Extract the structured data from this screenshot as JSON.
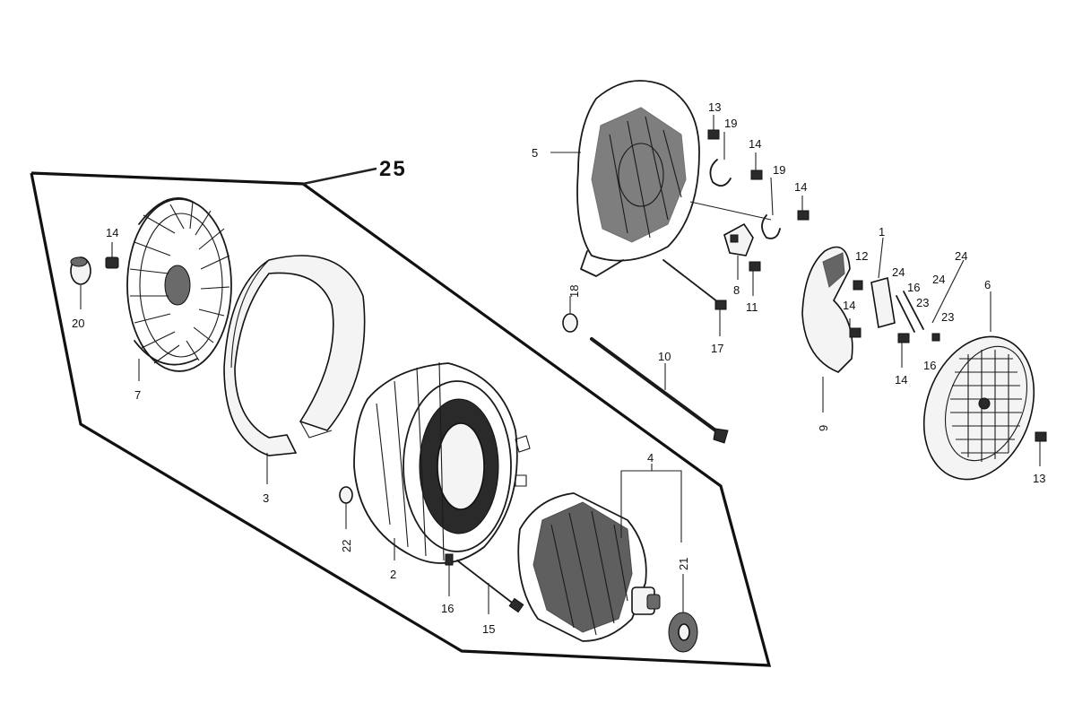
{
  "callouts": {
    "c25": "25",
    "c20": "20",
    "c14_fan": "14",
    "c7": "7",
    "c3": "3",
    "c22": "22",
    "c2": "2",
    "c16_stator": "16",
    "c15": "15",
    "c4": "4",
    "c21": "21",
    "c5": "5",
    "c13_top": "13",
    "c19_a": "19",
    "c14_a": "14",
    "c19_b": "19",
    "c14_b": "14",
    "c18": "18",
    "c8": "8",
    "c11": "11",
    "c17": "17",
    "c10": "10",
    "c12": "12",
    "c1": "1",
    "c24_a": "24",
    "c16_b": "16",
    "c23_a": "23",
    "c24_b": "24",
    "c24_c": "24",
    "c14_c": "14",
    "c23_b": "23",
    "c16_c": "16",
    "c14_d": "14",
    "c9": "9",
    "c6": "6",
    "c13_bottom": "13"
  }
}
